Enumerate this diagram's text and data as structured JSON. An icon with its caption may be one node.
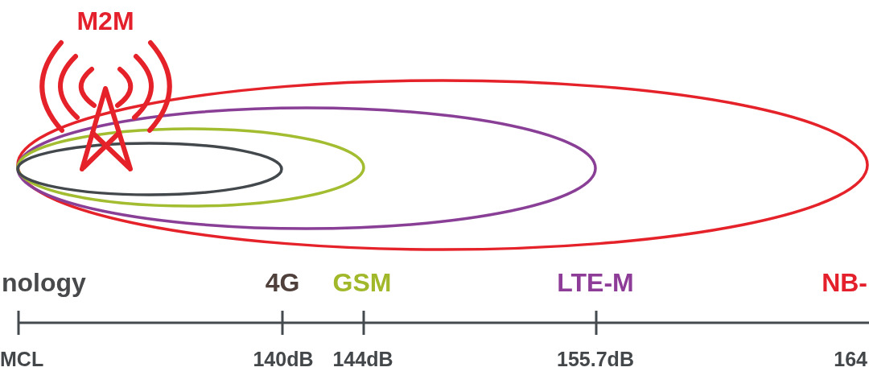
{
  "diagram": {
    "labels": [
      "M2M",
      "nology",
      "4G",
      "GSM",
      "LTE-M",
      "NB-",
      "MCL",
      "140dB",
      "144dB",
      "155.7dB",
      "164"
    ]
  }
}
